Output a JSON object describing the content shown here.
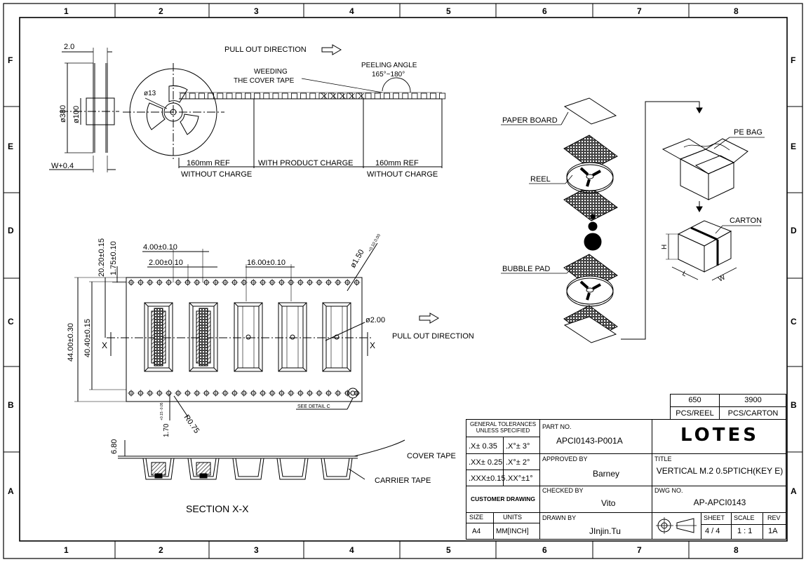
{
  "border": {
    "columns": [
      "1",
      "2",
      "3",
      "4",
      "5",
      "6",
      "7",
      "8"
    ],
    "rows": [
      "F",
      "E",
      "D",
      "C",
      "B",
      "A"
    ]
  },
  "reel_view": {
    "dim_20": "2.0",
    "dim_380": "ø380",
    "dim_100": "ø100",
    "dim_13": "ø13",
    "dim_w04": "W+0.4",
    "pull_out": "PULL OUT DIRECTION",
    "weeding_1": "WEEDING",
    "weeding_2": "THE COVER TAPE",
    "peel_1": "PEELING ANGLE",
    "peel_2": "165°~180°",
    "ref_left": "160mm REF",
    "ref_left_sub": "WITHOUT CHARGE",
    "with_product": "WITH PRODUCT CHARGE",
    "ref_right": "160mm REF",
    "ref_right_sub": "WITHOUT CHARGE"
  },
  "tape_view": {
    "d_2015": "20.20±0.15",
    "d_175": "1.75±0.10",
    "d_400": "4.00±0.10",
    "d_200": "2.00±0.10",
    "d_1600": "16.00±0.10",
    "d_150": "ø1.50",
    "d_150_tol": "+0.10 0.00",
    "d_4400": "44.00±0.30",
    "d_4040": "40.40±0.15",
    "d_ph200": "ø2.00",
    "pull_out": "PULL OUT DIRECTION",
    "x_mark": "X",
    "r075": "R0.75",
    "d_170": "1.70",
    "d_170_tol": "+0.15 -0.05",
    "see_detail": "SEE DETAIL C"
  },
  "section_view": {
    "d_680": "6.80",
    "cover_tape": "COVER TAPE",
    "carrier_tape": "CARRIER TAPE",
    "title": "SECTION X-X"
  },
  "packing": {
    "paper_board": "PAPER BOARD",
    "reel": "REEL",
    "bubble_pad": "BUBBLE PAD",
    "pe_bag": "PE BAG",
    "carton": "CARTON",
    "h": "H",
    "l": "L",
    "w": "W"
  },
  "quantity": {
    "reel_qty": "650",
    "carton_qty": "3900",
    "reel_unit": "PCS/REEL",
    "carton_unit": "PCS/CARTON"
  },
  "title_block": {
    "gt_1": "GENERAL TOLERANCES",
    "gt_2": "UNLESS SPECIFIED",
    "t1": ".X± 0.35",
    "t1a": ".X°± 3°",
    "t2": ".XX± 0.25",
    "t2a": ".X°± 2°",
    "t3": ".XXX±0.15",
    "t3a": ".XX°±1°",
    "customer": "CUSTOMER DRAWING",
    "size_h": "SIZE",
    "units_h": "UNITS",
    "size": "A4",
    "units": "MM[INCH]",
    "part_no_h": "PART NO.",
    "part_no": "APCI0143-P001A",
    "approved_h": "APPROVED BY",
    "approved": "Barney",
    "checked_h": "CHECKED BY",
    "checked": "Vito",
    "drawn_h": "DRAWN BY",
    "drawn": "JInjin.Tu",
    "logo": "LOTES",
    "title_h": "TITLE",
    "title": "VERTICAL M.2 0.5PTICH(KEY E)",
    "dwg_h": "DWG NO.",
    "dwg": "AP-APCI0143",
    "sheet_h": "SHEET",
    "sheet": "4 / 4",
    "scale_h": "SCALE",
    "scale": "1 : 1",
    "rev_h": "REV",
    "rev": "1A"
  }
}
